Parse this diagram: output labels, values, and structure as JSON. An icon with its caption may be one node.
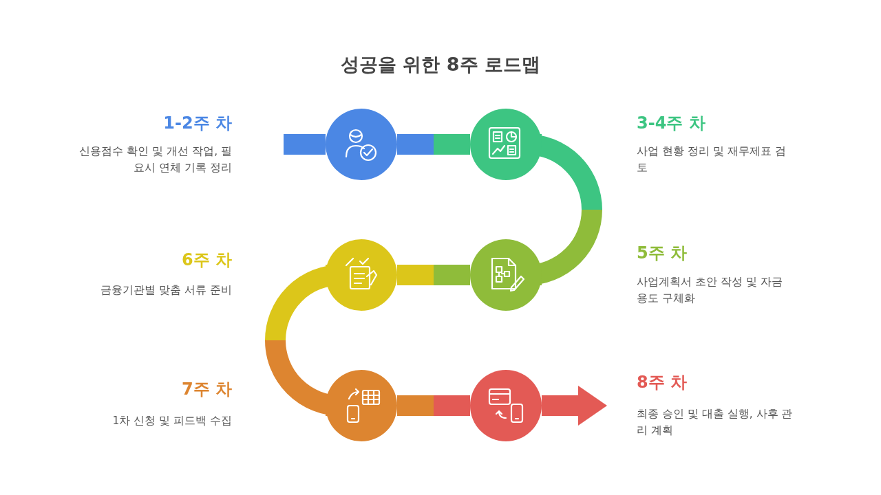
{
  "diagram": {
    "title": "성공을 위한 8주 로드맵",
    "nodes": [
      {
        "text": [],
        "shape": "circle",
        "beside": [
          "1-2주 차",
          "신용점수 확인 및 개선 작업, 필요시 연체 기록 정리"
        ]
      },
      {
        "text": [],
        "shape": "circle",
        "beside": [
          "3-4주 차",
          "사업 현황 정리 및 재무제표 검토"
        ]
      },
      {
        "text": [],
        "shape": "circle",
        "beside": [
          "5주 차",
          "사업계획서 초안 작성 및 자금 용도 구체화"
        ]
      },
      {
        "text": [],
        "shape": "circle",
        "beside": [
          "6주 차",
          "금융기관별 맞춤 서류 준비"
        ]
      },
      {
        "text": [],
        "shape": "circle",
        "beside": [
          "7주 차",
          "1차 신청 및 피드백 수집"
        ]
      },
      {
        "text": [],
        "shape": "circle",
        "beside": [
          "8주 차",
          "최종 승인 및 대출 실행, 사후 관리 계획"
        ]
      }
    ],
    "edges": [
      {
        "from": null,
        "to": 0,
        "arrow": "none",
        "style": "thick",
        "color": "#4b87e4"
      },
      {
        "from": 0,
        "to": 1,
        "arrow": "none",
        "style": "thick",
        "color": "#3dc582"
      },
      {
        "from": 1,
        "to": 2,
        "arrow": "none",
        "style": "thick",
        "color": "#8fbc3a"
      },
      {
        "from": 2,
        "to": 3,
        "arrow": "none",
        "style": "thick",
        "color": "#dcc61a"
      },
      {
        "from": 3,
        "to": 4,
        "arrow": "none",
        "style": "thick",
        "color": "#dd8530"
      },
      {
        "from": 4,
        "to": 5,
        "arrow": "none",
        "style": "thick",
        "color": "#e35a55"
      },
      {
        "from": 5,
        "to": null,
        "arrow": "to",
        "style": "thick",
        "color": "#e35a55"
      }
    ]
  }
}
